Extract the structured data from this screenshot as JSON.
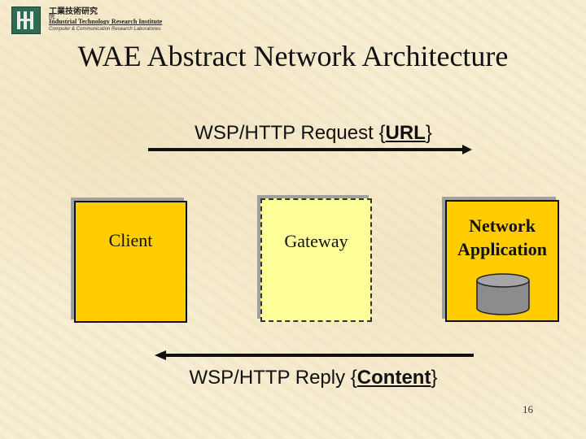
{
  "header": {
    "org_cn": "工業技術研究",
    "org_sub": "院.ᆞᆞ.ᆞᆞ.ᆞᆞ",
    "org_en": "Industrial Technology Research Institute",
    "lab": "Computer & Communication Research Laboratories"
  },
  "title": "WAE Abstract Network Architecture",
  "request": {
    "prefix": "WSP/HTTP Request {",
    "emphasis": "URL",
    "suffix": "}"
  },
  "reply": {
    "prefix": "WSP/HTTP Reply {",
    "emphasis": "Content",
    "suffix": "}"
  },
  "nodes": {
    "client": "Client",
    "gateway": "Gateway",
    "netapp_line1": "Network",
    "netapp_line2": "Application"
  },
  "database_icon": "database-cylinder-icon",
  "colors": {
    "client_fill": "#ffcc00",
    "gateway_fill": "#ffff99",
    "netapp_fill": "#ffcc00",
    "db_fill": "#8c8c8c"
  },
  "page_number": "16"
}
